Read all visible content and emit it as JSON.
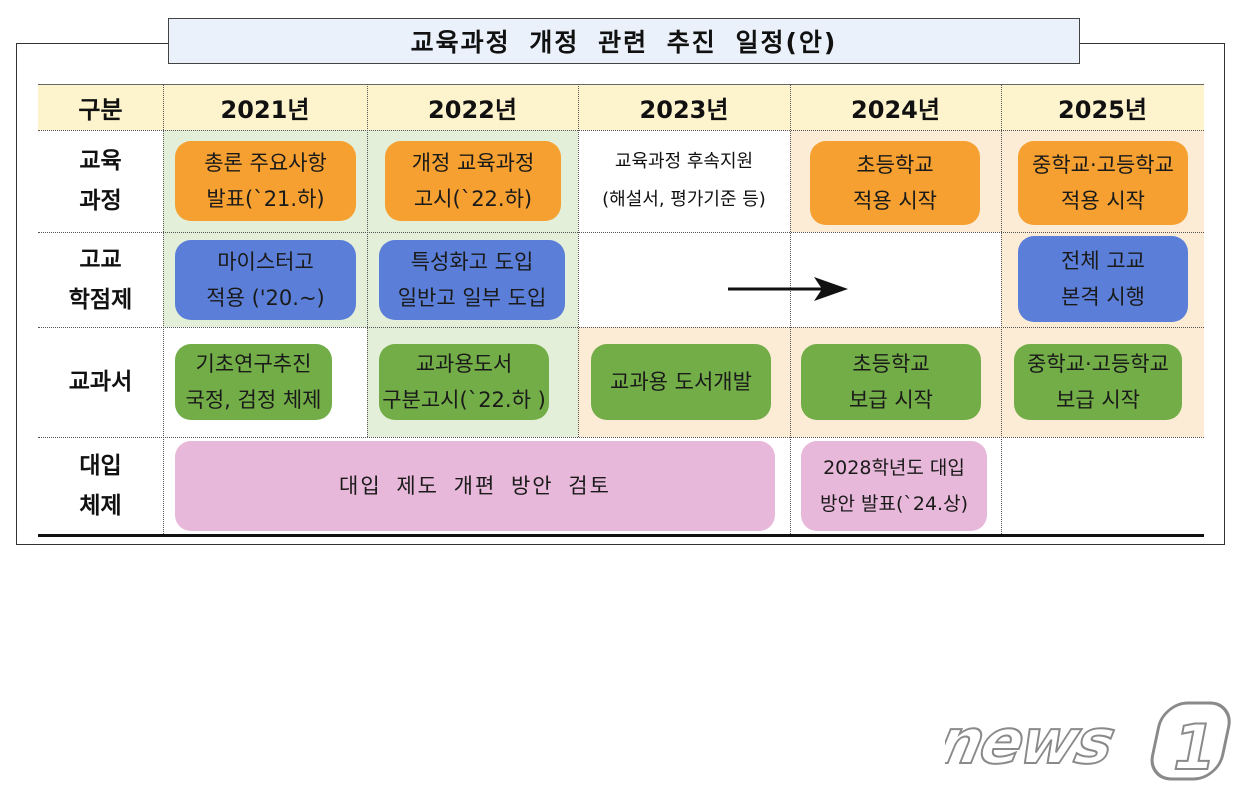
{
  "title": "교육과정 개정 관련 추진 일정(안)",
  "header": {
    "category": "구분",
    "years": [
      "2021년",
      "2022년",
      "2023년",
      "2024년",
      "2025년"
    ]
  },
  "rows": [
    {
      "label": "교육\n과정",
      "items": [
        {
          "span": "2021",
          "text": "총론 주요사항\n발표(`21.하)",
          "style": "orange-box"
        },
        {
          "span": "2022",
          "text": "개정 교육과정\n고시(`22.하)",
          "style": "orange-box"
        },
        {
          "span": "2023",
          "text": "교육과정 후속지원\n(해설서, 평가기준 등)",
          "style": "plain-text"
        },
        {
          "span": "2024",
          "text": "초등학교\n적용 시작",
          "style": "orange-box"
        },
        {
          "span": "2025",
          "text": "중학교·고등학교\n적용 시작",
          "style": "orange-box"
        }
      ]
    },
    {
      "label": "고교\n학점제",
      "items": [
        {
          "span": "2021",
          "text": "마이스터고\n적용 ('20.~)",
          "style": "blue-box"
        },
        {
          "span": "2022",
          "text": "특성화고 도입\n일반고 일부 도입",
          "style": "blue-box"
        },
        {
          "span": "2023-2024",
          "text": "",
          "style": "arrow"
        },
        {
          "span": "2025",
          "text": "전체 고교\n본격 시행",
          "style": "blue-box"
        }
      ]
    },
    {
      "label": "교과서",
      "items": [
        {
          "span": "2021",
          "text": "기초연구추진\n국정, 검정 체제",
          "style": "green-box"
        },
        {
          "span": "2022",
          "text": "교과용도서\n구분고시(`22.하 )",
          "style": "green-box"
        },
        {
          "span": "2023",
          "text": "교과용 도서개발",
          "style": "green-box"
        },
        {
          "span": "2024",
          "text": "초등학교\n보급 시작",
          "style": "green-box"
        },
        {
          "span": "2025",
          "text": "중학교·고등학교\n보급 시작",
          "style": "green-box"
        }
      ]
    },
    {
      "label": "대입\n체제",
      "items": [
        {
          "span": "2021-2023",
          "text": "대입 제도 개편 방안 검토",
          "style": "pink-box"
        },
        {
          "span": "2024",
          "text": "2028학년도  대입\n방안 발표(`24.상)",
          "style": "pink-box"
        }
      ]
    }
  ],
  "colors": {
    "header_bg": "#fdf3cc",
    "green_bg": "#e3efd8",
    "peach_bg": "#fcecd5",
    "title_bg": "#eaf1fa",
    "orange": "#f5a030",
    "blue": "#5b7fd8",
    "green": "#72ad47",
    "pink": "#e7b8d9"
  },
  "watermark": {
    "text": "news1",
    "icon": "news1-logo-icon"
  }
}
